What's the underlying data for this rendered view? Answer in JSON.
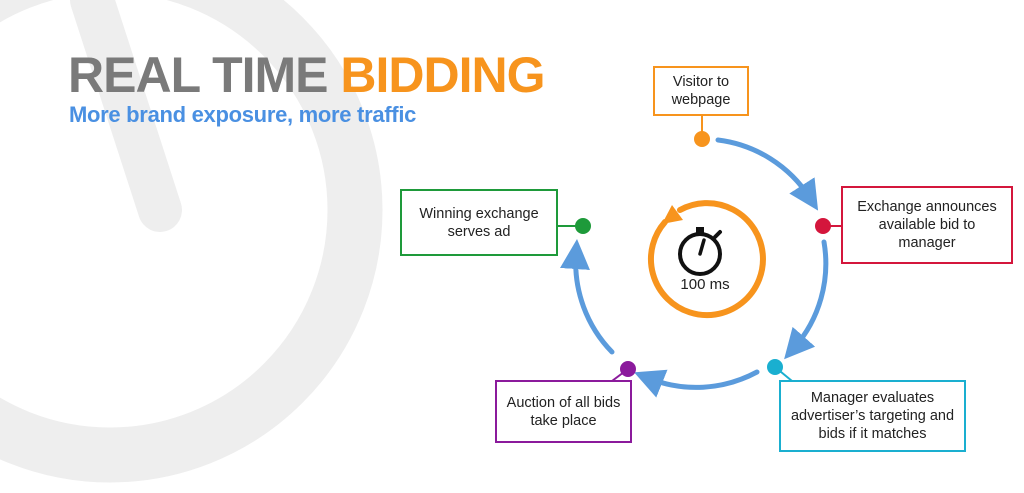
{
  "header": {
    "title_part1": "REAL TIME ",
    "title_part2": "BIDDING",
    "subtitle": "More brand exposure, more traffic"
  },
  "cycle": {
    "center_label": "100 ms",
    "center_icon": "stopwatch-icon",
    "steps": [
      {
        "text": "Visitor to webpage",
        "color": "#f7941d"
      },
      {
        "text": "Exchange announces available bid to manager",
        "color": "#d4163c"
      },
      {
        "text": "Manager evaluates advertiser’s targeting and bids if it matches",
        "color": "#1aafd0"
      },
      {
        "text": "Auction of all bids take place",
        "color": "#8b1a9c"
      },
      {
        "text": "Winning exchange serves ad",
        "color": "#1e9a3a"
      }
    ]
  },
  "colors": {
    "title_gray": "#7a7a7a",
    "title_orange": "#f7941d",
    "subtitle_blue": "#4a90e2",
    "arrow_blue": "#5b9bdc",
    "watermark_gray": "#eeeeee"
  }
}
